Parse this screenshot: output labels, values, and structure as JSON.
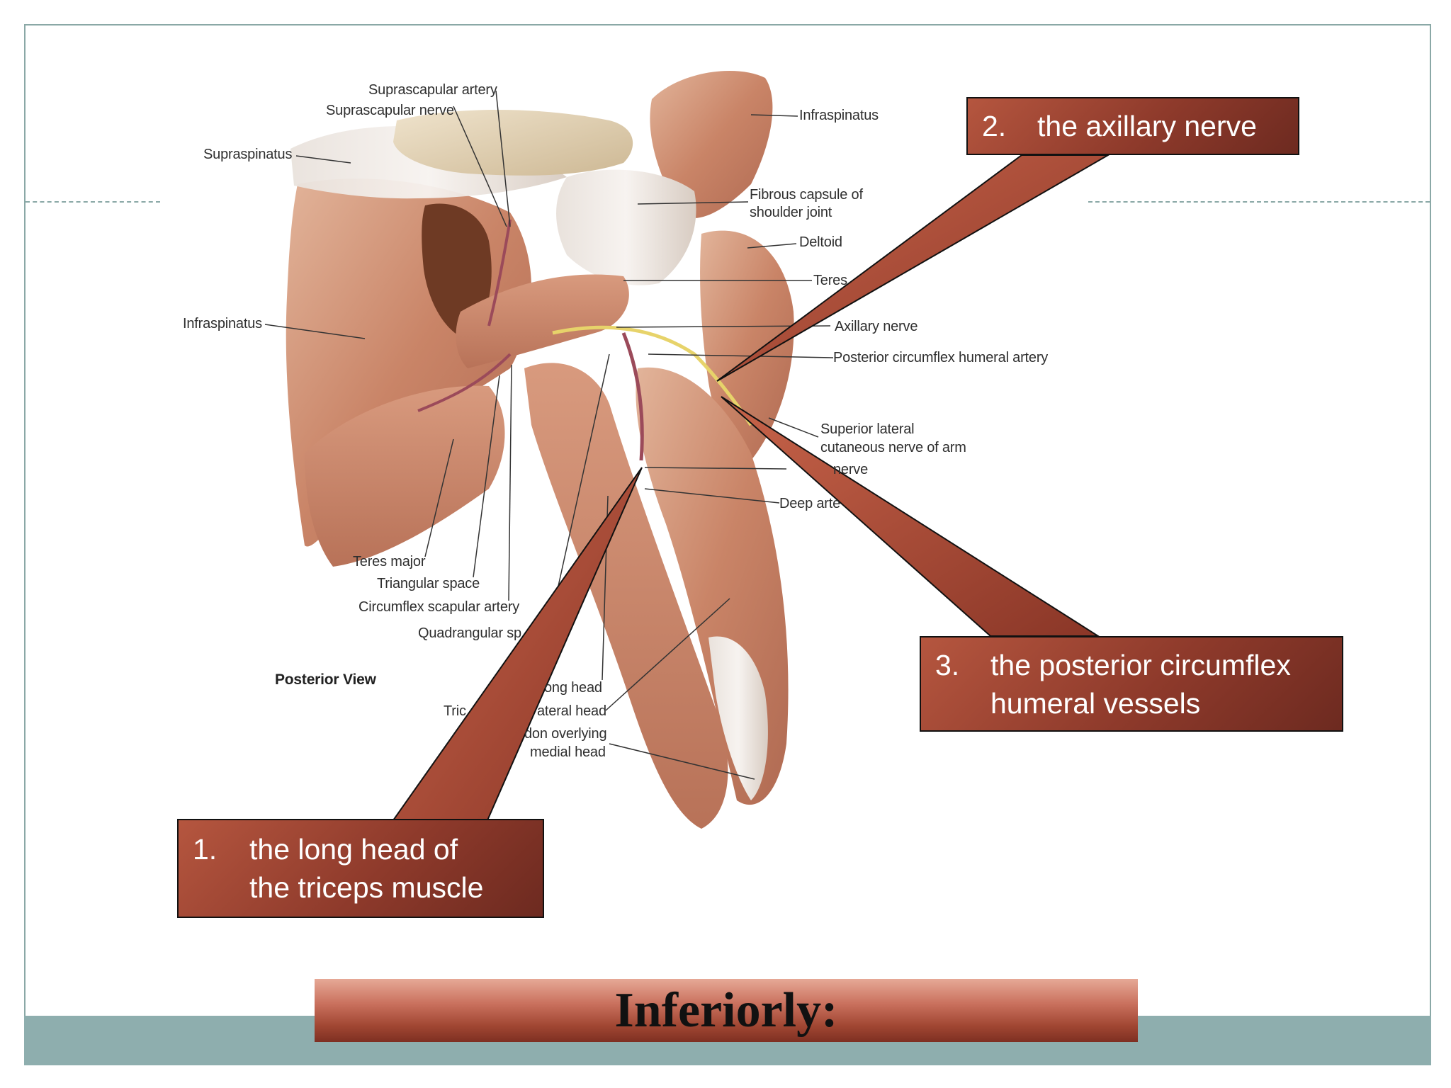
{
  "slide": {
    "title": "Inferiorly:",
    "colors": {
      "frame": "#8aa8a6",
      "footer_band": "#8eaeae",
      "callout_fill": "#9a4130",
      "title_bar_top": "#e6a996",
      "title_bar_bottom": "#7e2f22"
    }
  },
  "figure": {
    "image": "posterior-shoulder-anatomy-illustration",
    "view_label": "Posterior View",
    "labels": {
      "suprascapular_artery": "Suprascapular artery",
      "suprascapular_nerve": "Suprascapular nerve",
      "supraspinatus": "Supraspinatus",
      "infraspinatus_top": "Infraspinatus",
      "fibrous_capsule_1": "Fibrous capsule of",
      "fibrous_capsule_2": "shoulder joint",
      "deltoid": "Deltoid",
      "teres_minor_partial": "Teres",
      "infraspinatus_left": "Infraspinatus",
      "axillary_nerve": "Axillary nerve",
      "posterior_circumflex": "Posterior circumflex humeral artery",
      "superior_lateral_1": "Superior lateral",
      "superior_lateral_2": "cutaneous nerve of arm",
      "radial_nerve_partial": "nerve",
      "deep_artery_partial": "Deep arte",
      "teres_major": "Teres major",
      "triangular_space": "Triangular space",
      "circumflex_scapular": "Circumflex scapular artery",
      "quadrangular_space_partial": "Quadrangular sp",
      "long_head_partial": "ong head",
      "lateral_head_partial": "ateral head",
      "tendon_partial": "don overlying",
      "medial_head": "medial head",
      "triceps_partial": "Tric"
    }
  },
  "callouts": [
    {
      "number": "1.",
      "lines": [
        "the long head of",
        "the triceps muscle"
      ]
    },
    {
      "number": "2.",
      "lines": [
        "the axillary nerve"
      ]
    },
    {
      "number": "3.",
      "lines": [
        "the posterior circumflex",
        "humeral vessels"
      ]
    }
  ]
}
